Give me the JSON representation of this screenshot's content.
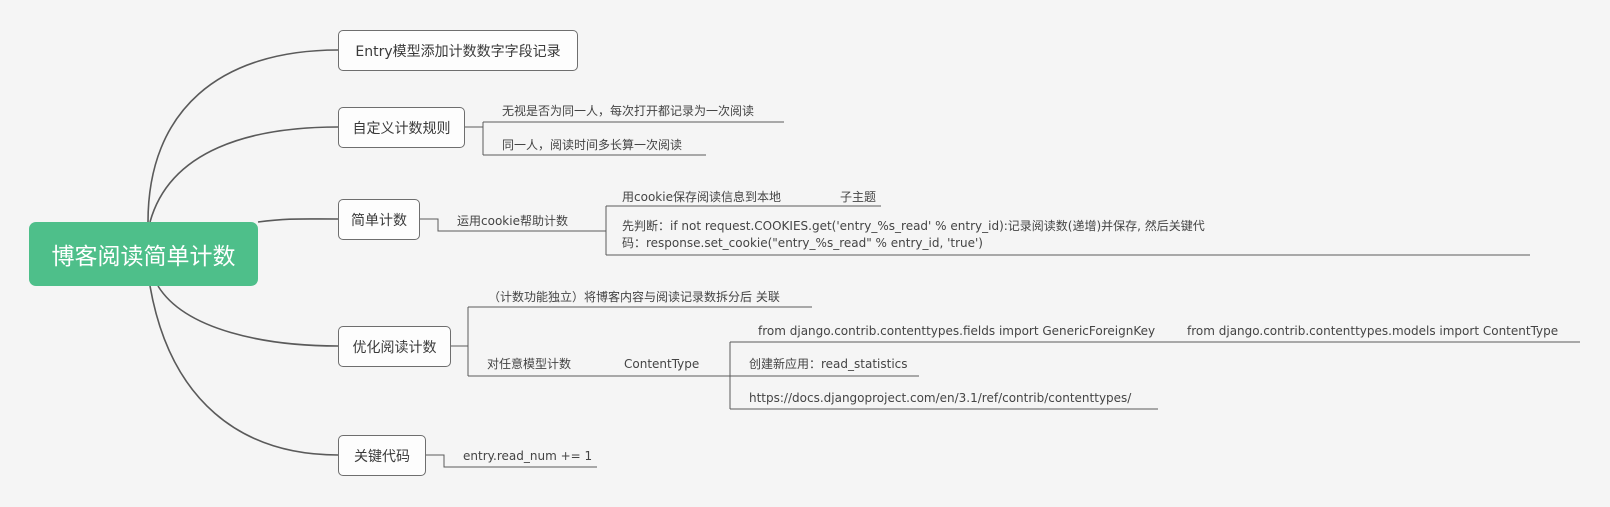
{
  "colors": {
    "background": "#f5f5f5",
    "root_fill": "#4ebf8a",
    "root_text": "#ffffff",
    "line": "#5a5a5a",
    "node_border": "#6e6e6e"
  },
  "root": {
    "label": "博客阅读简单计数"
  },
  "branches": {
    "entry_model": {
      "label": "Entry模型添加计数数字字段记录"
    },
    "custom_rules": {
      "label": "自定义计数规则",
      "children": [
        "无视是否为同一人，每次打开都记录为一次阅读",
        "同一人，阅读时间多长算一次阅读"
      ]
    },
    "simple_count": {
      "label": "简单计数",
      "cookie_help": "运用cookie帮助计数",
      "cookie_children": {
        "save_local": "用cookie保存阅读信息到本地",
        "subtopic": "子主题",
        "judge_line1": "先判断：if not request.COOKIES.get('entry_%s_read' % entry_id):记录阅读数(递增)并保存, 然后关键代",
        "judge_line2": "码：response.set_cookie(\"entry_%s_read\" % entry_id, 'true')"
      }
    },
    "optimize": {
      "label": "优化阅读计数",
      "independent": "（计数功能独立）将博客内容与阅读记录数拆分后 关联",
      "any_model": "对任意模型计数",
      "contenttype": "ContentType",
      "ct_children": {
        "import_fields": "from django.contrib.contenttypes.fields import GenericForeignKey",
        "import_models": "from django.contrib.contenttypes.models import ContentType",
        "new_app": "创建新应用：read_statistics",
        "docs_url": "https://docs.djangoproject.com/en/3.1/ref/contrib/contenttypes/"
      }
    },
    "key_code": {
      "label": "关键代码",
      "code": "entry.read_num += 1"
    }
  }
}
